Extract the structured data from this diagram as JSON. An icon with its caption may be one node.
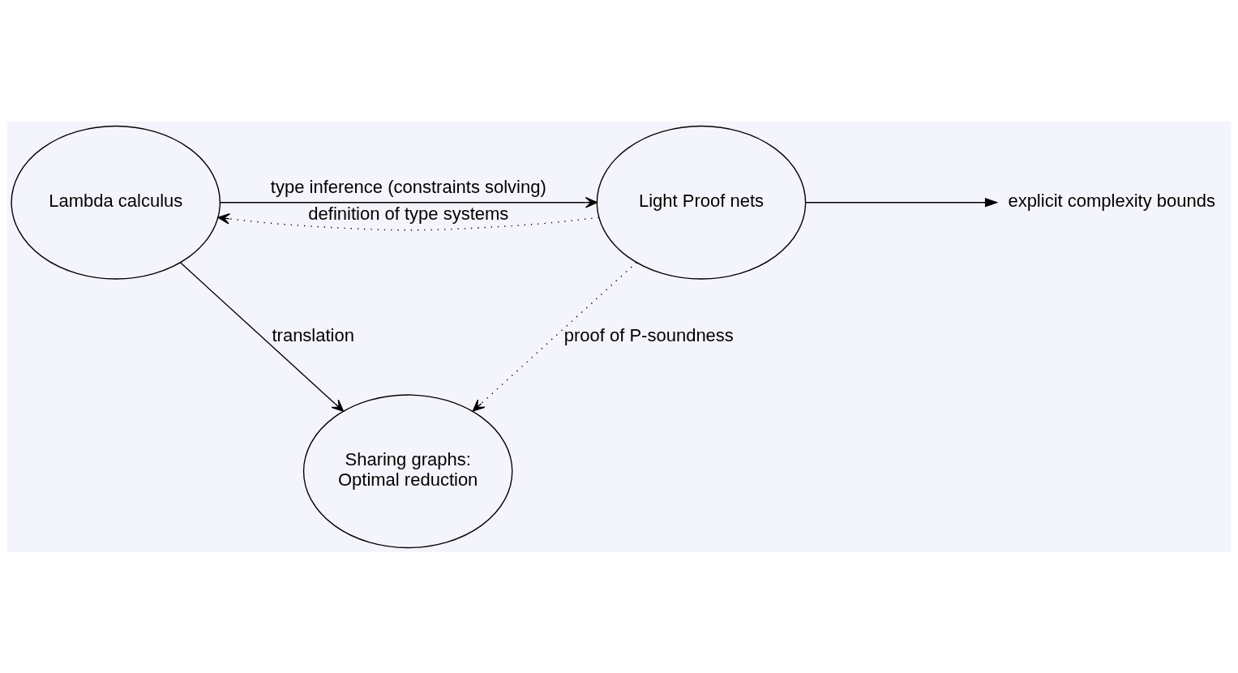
{
  "diagram": {
    "nodes": [
      {
        "text": [
          "Lambda calculus"
        ]
      },
      {
        "text": [
          "Light Proof nets"
        ]
      },
      {
        "text": [
          "Sharing graphs:",
          "Optimal reduction"
        ]
      },
      {
        "text": [
          "explicit complexity bounds"
        ]
      }
    ],
    "edges": [
      {
        "from": 1,
        "to": 0,
        "arrow": "to",
        "label": "definition of type systems",
        "style": "dashed"
      },
      {
        "from": 0,
        "to": 1,
        "arrow": "to",
        "label": "type inference (constraints solving)"
      },
      {
        "from": 0,
        "to": 2,
        "arrow": "to",
        "label": "translation"
      },
      {
        "from": 1,
        "to": 2,
        "arrow": "to",
        "label": "proof of P-soundness",
        "style": "dashed"
      },
      {
        "from": 1,
        "to": 3,
        "arrow": "to"
      }
    ]
  }
}
